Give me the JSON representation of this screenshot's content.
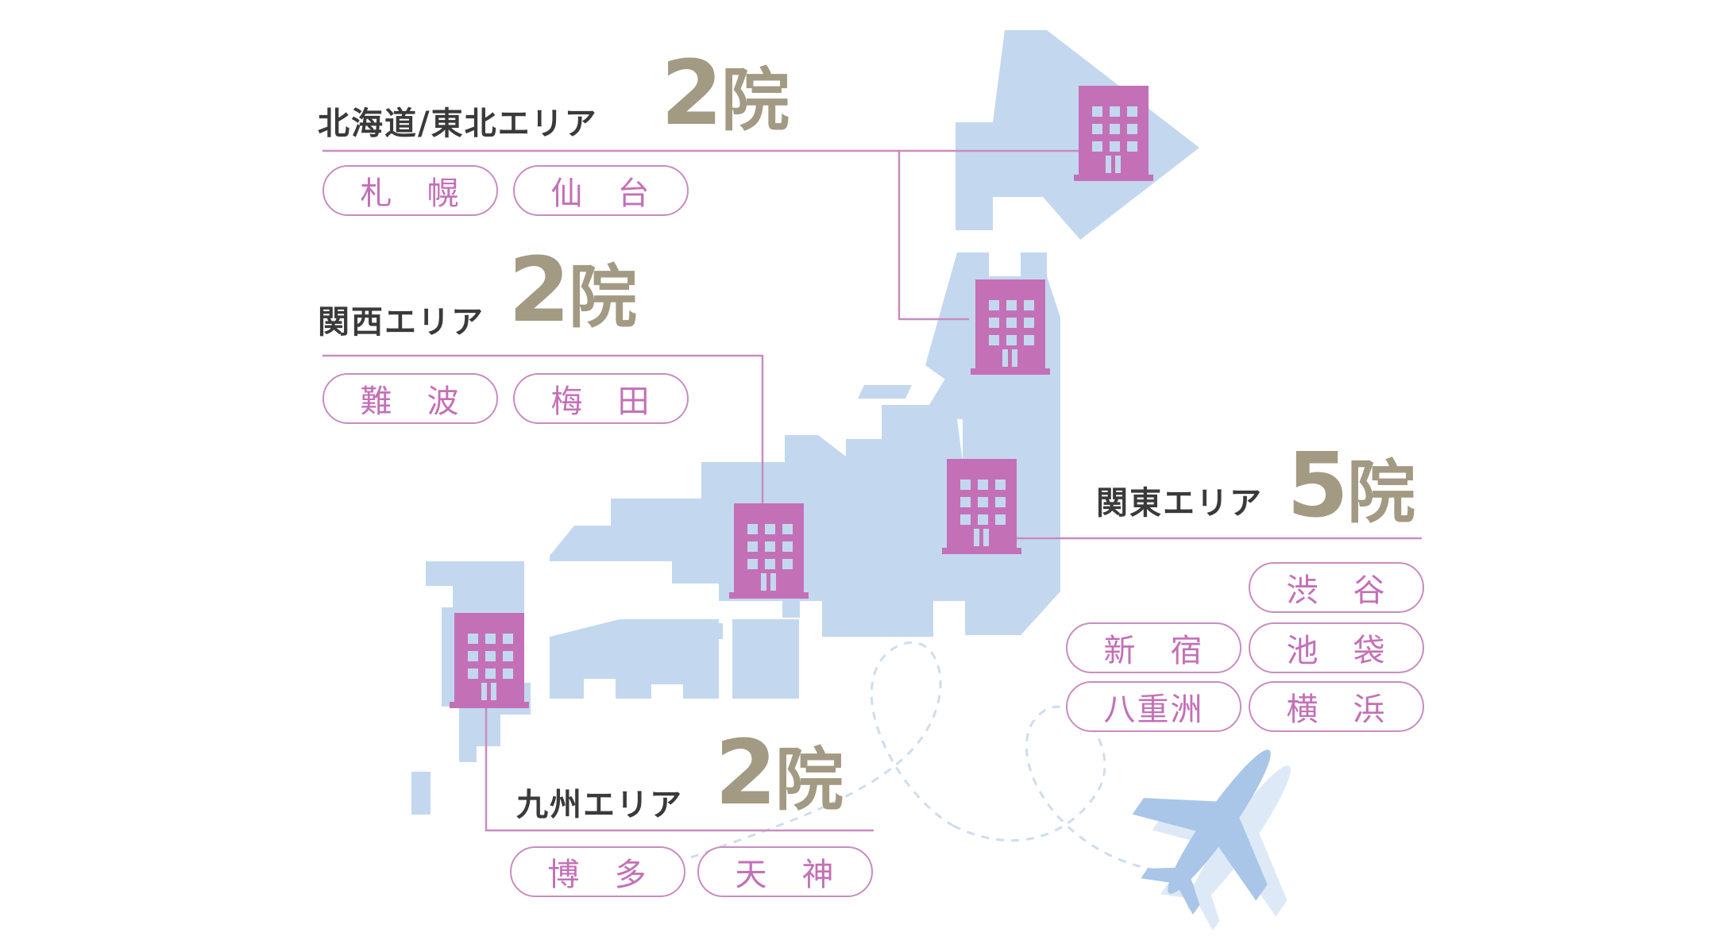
{
  "colors": {
    "land": "#c3d8ef",
    "building": "#c470b7",
    "window": "#c3d8ef",
    "line": "#c98cc0",
    "count": "#a39a83",
    "title": "#3a3a3a",
    "plane": "#a9c6e8",
    "dash": "#cfdded"
  },
  "areas": {
    "hokkaido_tohoku": {
      "title": "北海道/東北エリア",
      "count": "2",
      "unit": "院",
      "branches": [
        "札　幌",
        "仙　台"
      ]
    },
    "kansai": {
      "title": "関西エリア",
      "count": "2",
      "unit": "院",
      "branches": [
        "難　波",
        "梅　田"
      ]
    },
    "kanto": {
      "title": "関東エリア",
      "count": "5",
      "unit": "院",
      "branches": [
        "渋　谷",
        "新　宿",
        "池　袋",
        "八重洲",
        "横　浜"
      ]
    },
    "kyushu": {
      "title": "九州エリア",
      "count": "2",
      "unit": "院",
      "branches": [
        "博　多",
        "天　神"
      ]
    }
  },
  "icons": {
    "building": "building-icon",
    "plane": "airplane-icon"
  }
}
